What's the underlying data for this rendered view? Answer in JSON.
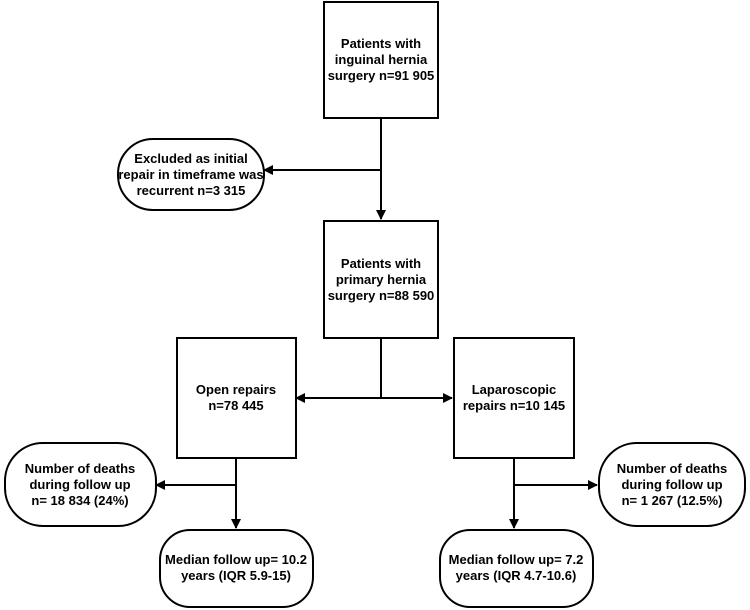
{
  "nodes": {
    "total": {
      "lines": [
        "Patients with",
        "inguinal hernia",
        "surgery n=91 905"
      ]
    },
    "excluded": {
      "lines": [
        "Excluded as initial",
        "repair in timeframe was",
        "recurrent n=3 315"
      ]
    },
    "primary": {
      "lines": [
        "Patients with",
        "primary hernia",
        "surgery n=88 590"
      ]
    },
    "open": {
      "lines": [
        "Open repairs",
        "n=78 445"
      ]
    },
    "laparoscopic": {
      "lines": [
        "Laparoscopic",
        "repairs n=10 145"
      ]
    },
    "open_deaths": {
      "lines": [
        "Number of deaths",
        "during follow up",
        "n= 18 834 (24%)"
      ]
    },
    "lap_deaths": {
      "lines": [
        "Number of deaths",
        "during follow up",
        "n= 1 267 (12.5%)"
      ]
    },
    "open_followup": {
      "lines": [
        "Median follow up= 10.2",
        "years (IQR 5.9-15)"
      ]
    },
    "lap_followup": {
      "lines": [
        "Median follow up= 7.2",
        "years (IQR 4.7-10.6)"
      ]
    }
  }
}
